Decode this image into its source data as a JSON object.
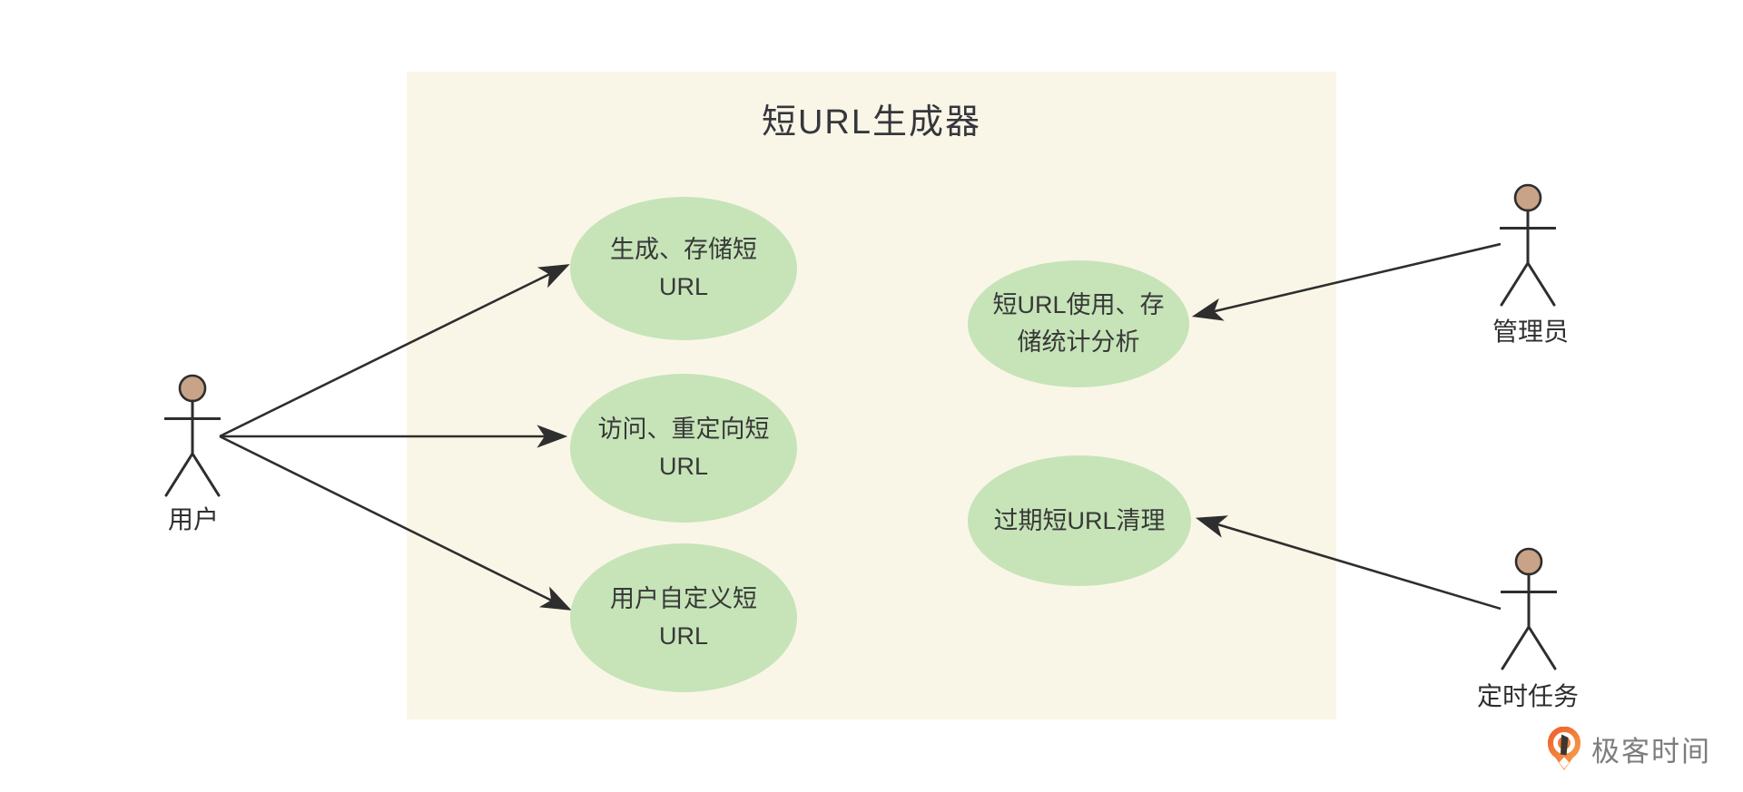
{
  "system": {
    "title": "短URL生成器"
  },
  "use_cases": [
    {
      "label": "生成、存储短URL"
    },
    {
      "label": "访问、重定向短URL"
    },
    {
      "label": "用户自定义短URL"
    },
    {
      "label": "短URL使用、存储统计分析"
    },
    {
      "label": "过期短URL清理"
    }
  ],
  "actors": [
    {
      "label": "用户"
    },
    {
      "label": "管理员"
    },
    {
      "label": "定时任务"
    }
  ],
  "relationships": [
    {
      "from": "用户",
      "to": "生成、存储短URL"
    },
    {
      "from": "用户",
      "to": "访问、重定向短URL"
    },
    {
      "from": "用户",
      "to": "用户自定义短URL"
    },
    {
      "from": "管理员",
      "to": "短URL使用、存储统计分析"
    },
    {
      "from": "定时任务",
      "to": "过期短URL清理"
    }
  ],
  "colors": {
    "background": "#ffffff",
    "system_box": "#faf6e7",
    "use_case_fill": "#c6e4b8",
    "line": "#2e2e2e",
    "actor_head": "#c9a387",
    "text": "#36363c",
    "brand_orange": "#ee6f2d",
    "brand_text": "#7d7d7d"
  },
  "footer": {
    "brand": "极客时间",
    "brand_icon": "geektime-logo-icon"
  }
}
